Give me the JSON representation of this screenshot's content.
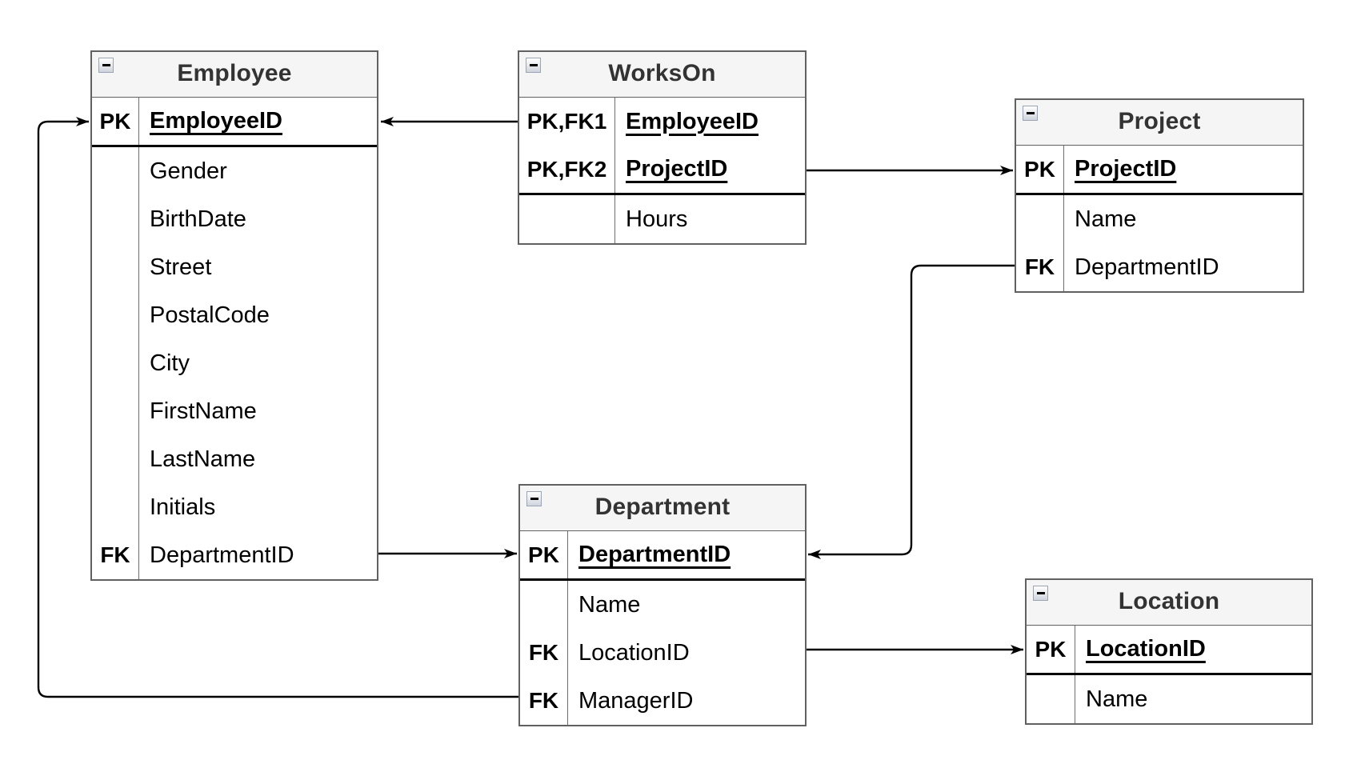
{
  "diagram_type": "entity-relationship",
  "tables": [
    {
      "id": "employee",
      "title": "Employee",
      "rows": [
        {
          "key": "PK",
          "name": "EmployeeID",
          "pk": true
        },
        {
          "key": "",
          "name": "Gender"
        },
        {
          "key": "",
          "name": "BirthDate"
        },
        {
          "key": "",
          "name": "Street"
        },
        {
          "key": "",
          "name": "PostalCode"
        },
        {
          "key": "",
          "name": "City"
        },
        {
          "key": "",
          "name": "FirstName"
        },
        {
          "key": "",
          "name": "LastName"
        },
        {
          "key": "",
          "name": "Initials"
        },
        {
          "key": "FK",
          "name": "DepartmentID"
        }
      ]
    },
    {
      "id": "workson",
      "title": "WorksOn",
      "rows": [
        {
          "key": "PK,FK1",
          "name": "EmployeeID",
          "pk": true
        },
        {
          "key": "PK,FK2",
          "name": "ProjectID",
          "pk": true
        },
        {
          "key": "",
          "name": "Hours"
        }
      ]
    },
    {
      "id": "project",
      "title": "Project",
      "rows": [
        {
          "key": "PK",
          "name": "ProjectID",
          "pk": true
        },
        {
          "key": "",
          "name": "Name"
        },
        {
          "key": "FK",
          "name": "DepartmentID"
        }
      ]
    },
    {
      "id": "department",
      "title": "Department",
      "rows": [
        {
          "key": "PK",
          "name": "DepartmentID",
          "pk": true
        },
        {
          "key": "",
          "name": "Name"
        },
        {
          "key": "FK",
          "name": "LocationID"
        },
        {
          "key": "FK",
          "name": "ManagerID"
        }
      ]
    },
    {
      "id": "location",
      "title": "Location",
      "rows": [
        {
          "key": "PK",
          "name": "LocationID",
          "pk": true
        },
        {
          "key": "",
          "name": "Name"
        }
      ]
    }
  ],
  "relationships": [
    {
      "from": "WorksOn.EmployeeID",
      "to": "Employee.EmployeeID"
    },
    {
      "from": "WorksOn.ProjectID",
      "to": "Project.ProjectID"
    },
    {
      "from": "Employee.DepartmentID",
      "to": "Department.DepartmentID"
    },
    {
      "from": "Project.DepartmentID",
      "to": "Department.DepartmentID"
    },
    {
      "from": "Department.LocationID",
      "to": "Location.LocationID"
    },
    {
      "from": "Department.ManagerID",
      "to": "Employee.EmployeeID"
    }
  ],
  "icons": {
    "collapse_toggle": "minus-icon"
  },
  "colors": {
    "background": "#ffffff",
    "table_border": "#616161",
    "header_fill": "#f5f5f5",
    "header_text": "#333333",
    "body_text": "#000000",
    "pk_separator": "#000000",
    "connector": "#000000",
    "collapse_border": "#9ba4b5"
  }
}
